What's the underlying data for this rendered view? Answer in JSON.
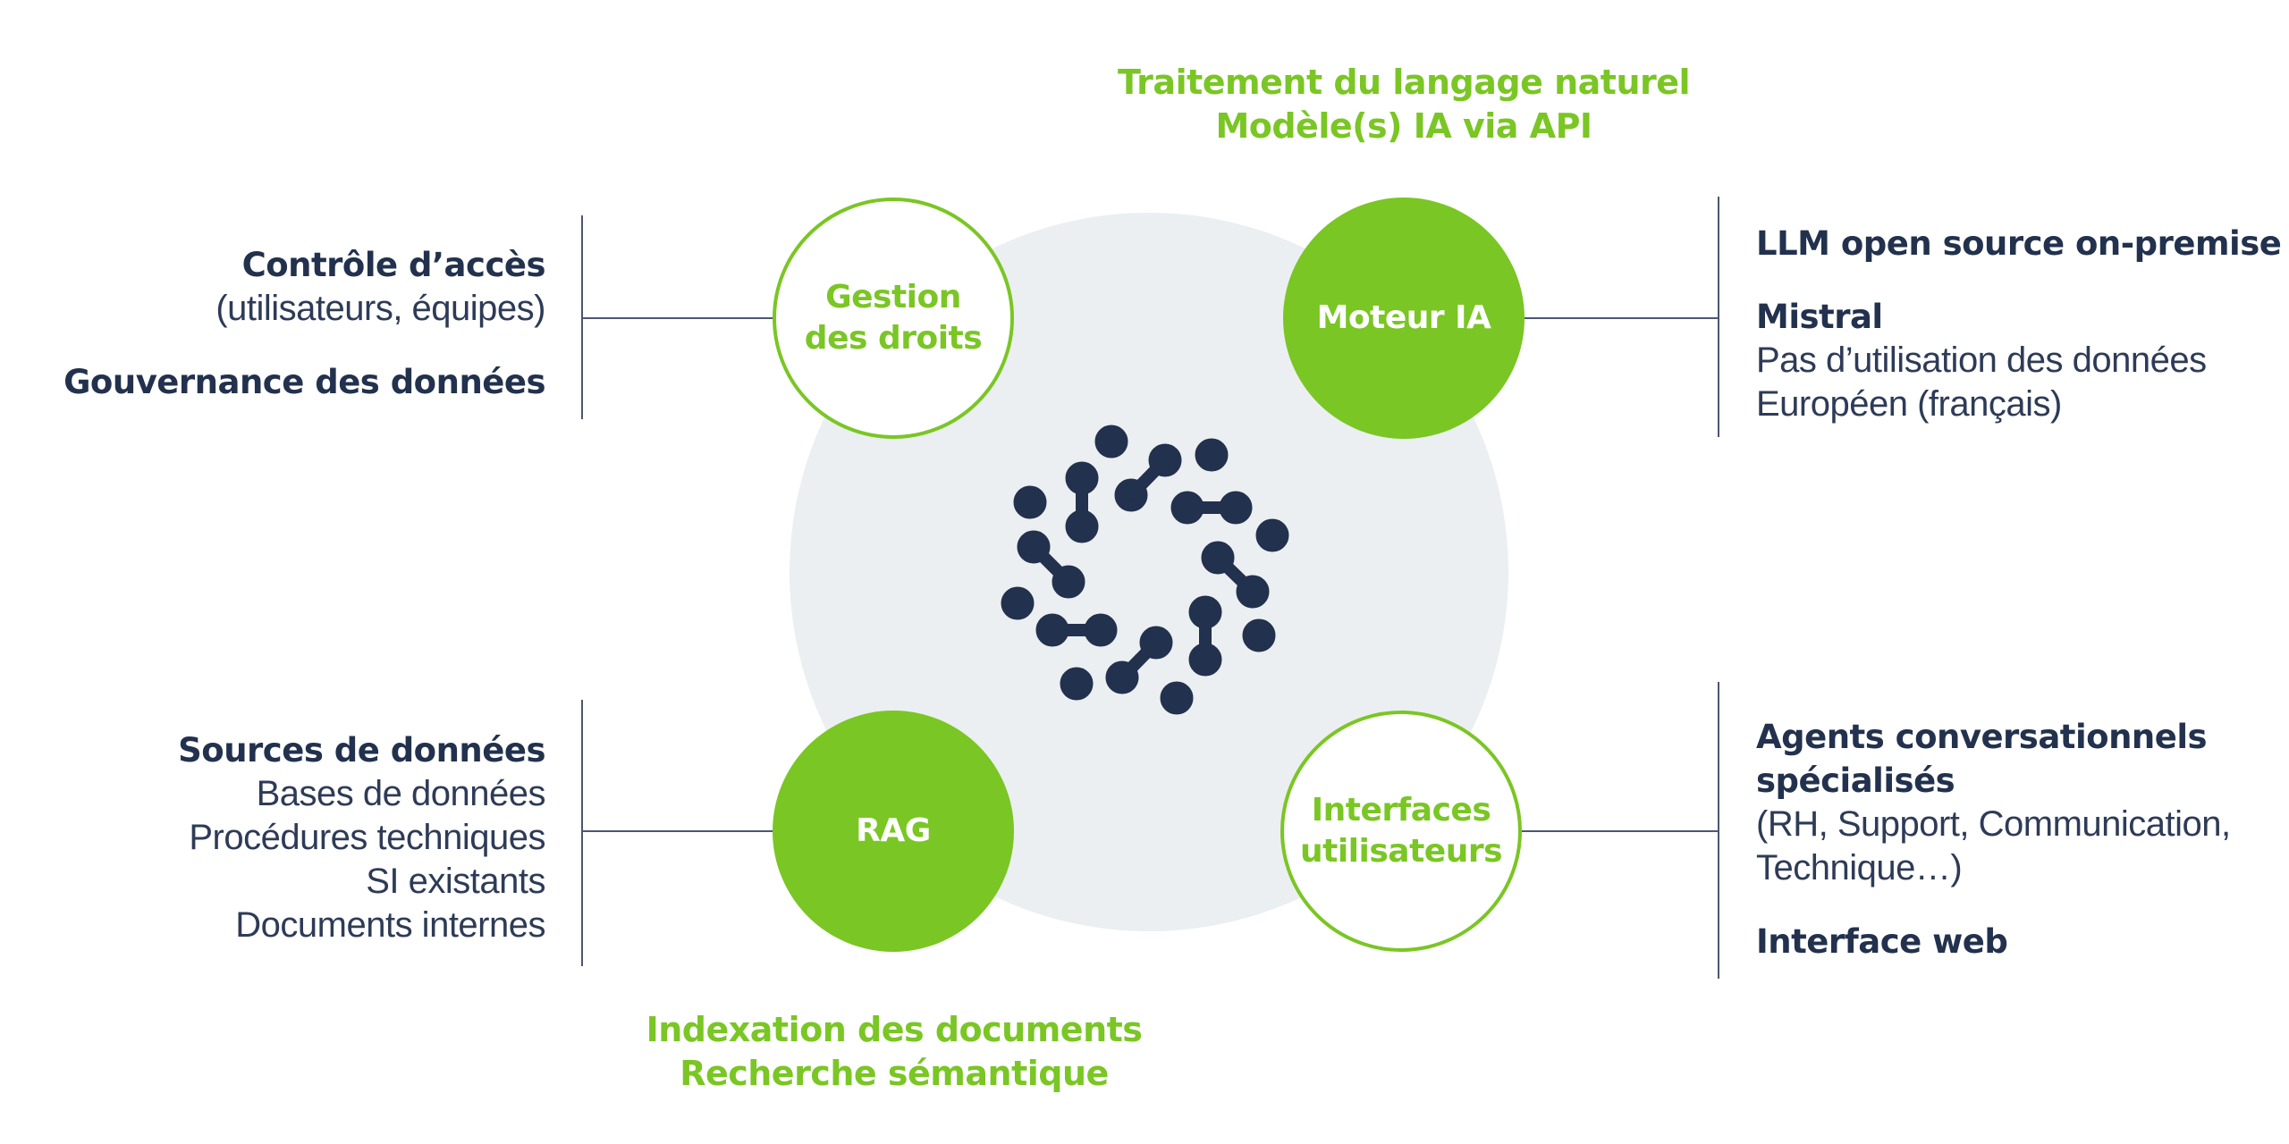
{
  "colors": {
    "accent_green": "#7ac624",
    "navy": "#22314d",
    "center_disc": "#ebeff1",
    "connector": "#4b5672"
  },
  "captions": {
    "top": [
      "Traitement du langage naturel",
      "Modèle(s) IA via API"
    ],
    "bottom": [
      "Indexation des documents",
      "Recherche sémantique"
    ]
  },
  "nodes": {
    "gestion": {
      "label_lines": [
        "Gestion",
        "des droits"
      ],
      "style": "outline"
    },
    "moteur": {
      "label_lines": [
        "Moteur IA"
      ],
      "style": "filled"
    },
    "rag": {
      "label_lines": [
        "RAG"
      ],
      "style": "filled"
    },
    "interfaces": {
      "label_lines": [
        "Interfaces",
        "utilisateurs"
      ],
      "style": "outline"
    }
  },
  "center_logo": {
    "icon": "molecule-ring-logo-icon"
  },
  "panels": {
    "top_left": {
      "groups": [
        {
          "title": "Contrôle d’accès",
          "lines": [
            "(utilisateurs, équipes)"
          ]
        },
        {
          "title": "Gouvernance des données",
          "lines": []
        }
      ]
    },
    "bottom_left": {
      "groups": [
        {
          "title": "Sources de données",
          "lines": [
            "Bases de données",
            "Procédures techniques",
            "SI existants",
            "Documents internes"
          ]
        }
      ]
    },
    "top_right": {
      "groups": [
        {
          "title": "LLM open source on-premise",
          "lines": []
        },
        {
          "title": "Mistral",
          "lines": [
            "Pas d’utilisation des données",
            "Européen (français)"
          ]
        }
      ]
    },
    "bottom_right": {
      "groups": [
        {
          "title_lines": [
            "Agents conversationnels",
            "spécialisés"
          ],
          "lines": [
            "(RH, Support, Communication,",
            "Technique…)"
          ]
        },
        {
          "title": "Interface web",
          "lines": []
        }
      ]
    }
  }
}
